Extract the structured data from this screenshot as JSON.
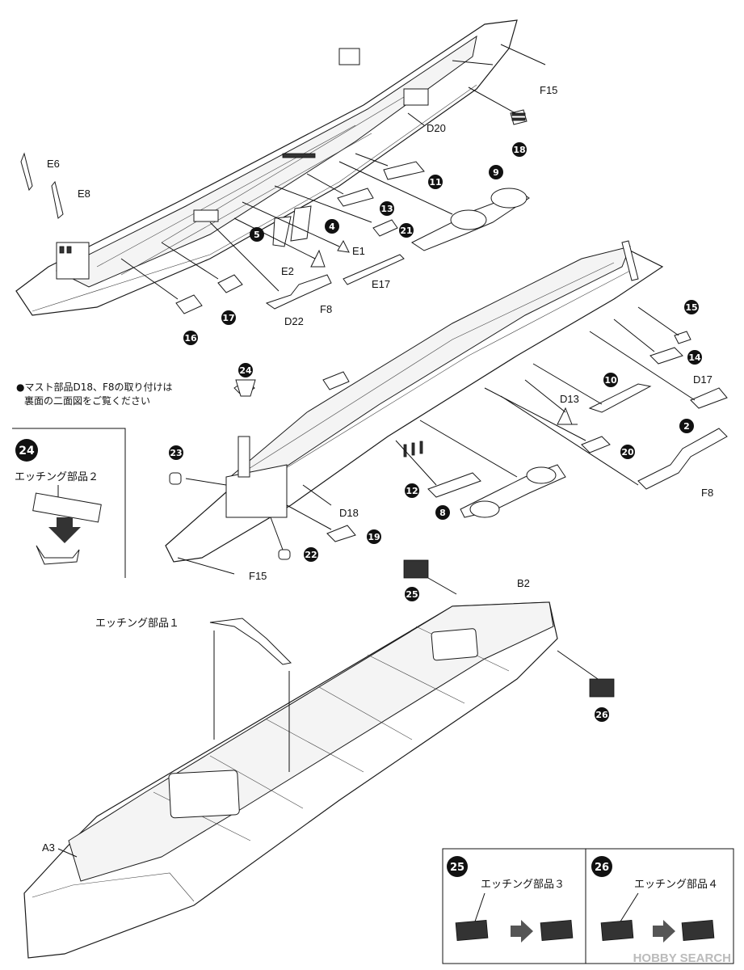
{
  "note": {
    "line1": "●マスト部品D18、F8の取り付けは",
    "line2": "裏面の二面図をご覧ください"
  },
  "labels": {
    "F15_top": "F15",
    "D20": "D20",
    "E6": "E6",
    "E8": "E8",
    "E1": "E1",
    "E2": "E2",
    "E17": "E17",
    "F8_top": "F8",
    "D22": "D22",
    "D17": "D17",
    "D13": "D13",
    "D18": "D18",
    "F8_mid": "F8",
    "F15_mid": "F15",
    "B2": "B2",
    "A3": "A3"
  },
  "steps": [
    "18",
    "11",
    "9",
    "13",
    "21",
    "4",
    "5",
    "17",
    "16",
    "15",
    "14",
    "10",
    "24",
    "23",
    "20",
    "2",
    "12",
    "8",
    "19",
    "22",
    "25",
    "26"
  ],
  "inset24": {
    "num": "24",
    "title": "エッチング部品２"
  },
  "etching1": "エッチング部品１",
  "inset25": {
    "num": "25",
    "title": "エッチング部品３"
  },
  "inset26": {
    "num": "26",
    "title": "エッチング部品４"
  },
  "watermark": "HOBBY SEARCH"
}
